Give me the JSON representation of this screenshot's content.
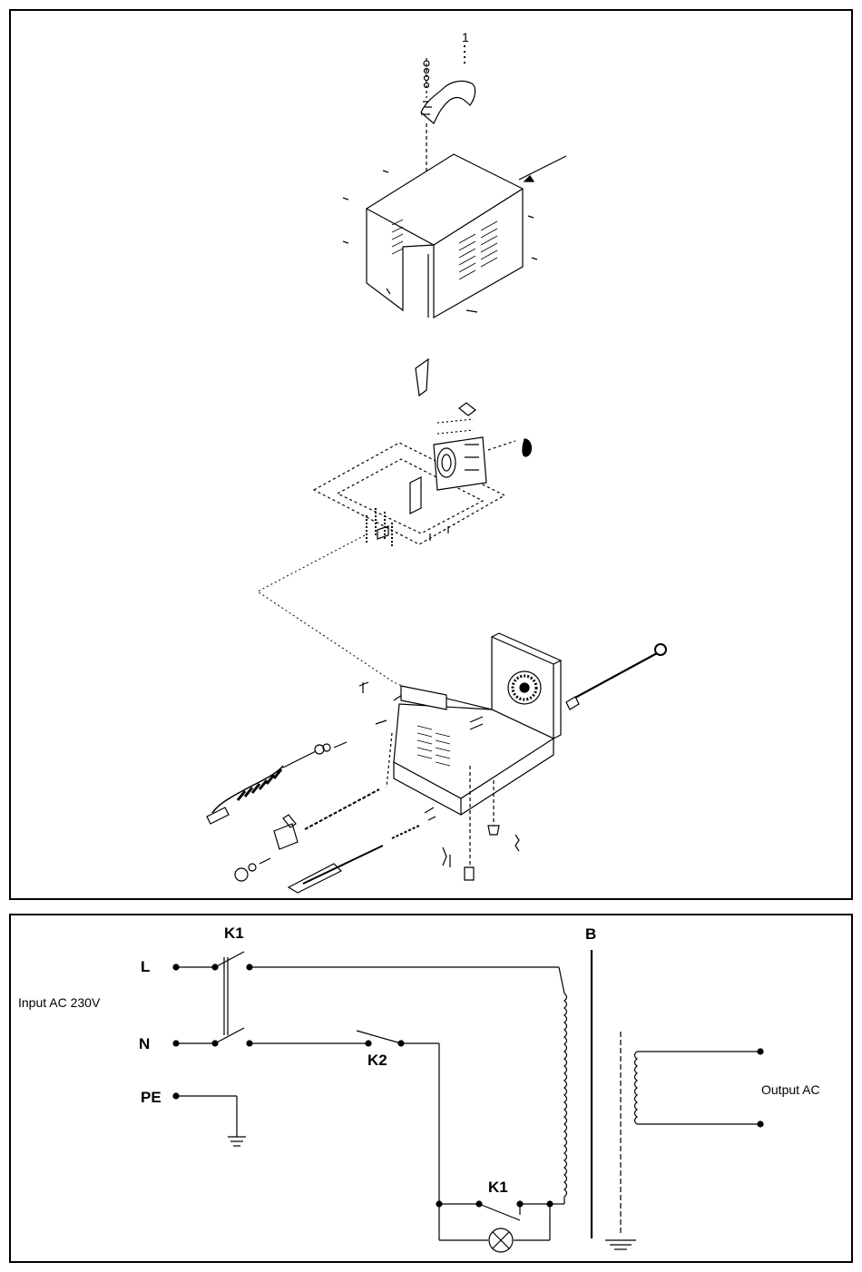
{
  "exploded_view": {
    "part_marker": "1"
  },
  "schematic": {
    "label_k1_top": "K1",
    "label_l": "L",
    "label_n": "N",
    "label_pe": "PE",
    "label_input": "Input AC 230V",
    "label_k2": "K2",
    "label_b": "B",
    "label_output": "Output AC",
    "label_k1_bottom": "K1"
  }
}
